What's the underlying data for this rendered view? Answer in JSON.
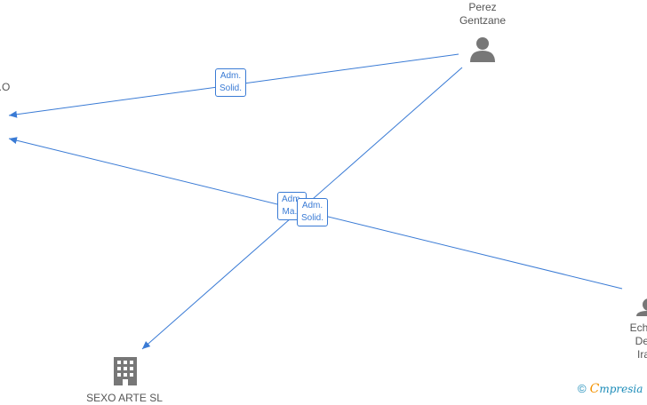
{
  "nodes": {
    "perez": {
      "name": "Perez\nGentzane",
      "icon": "person-icon"
    },
    "left_company": {
      "name": "...O",
      "icon": "none"
    },
    "sexo_arte": {
      "name": "SEXO ARTE SL",
      "icon": "building-icon"
    },
    "echeverria": {
      "name": "Echer...\nDe ...\nIra...",
      "icon": "person-icon"
    }
  },
  "edges": [
    {
      "from": "perez",
      "to": "left_company",
      "label": "Adm.\nSolid."
    },
    {
      "from": "perez",
      "to": "sexo_arte",
      "label": "Adm.\nMa..."
    },
    {
      "from": "echeverria",
      "to": "left_company",
      "label": "Adm.\nSolid."
    }
  ],
  "brand": {
    "copyright": "©",
    "first_letter": "C",
    "rest": "mpresia"
  },
  "colors": {
    "edge": "#3a7bd5",
    "icon": "#777777"
  }
}
